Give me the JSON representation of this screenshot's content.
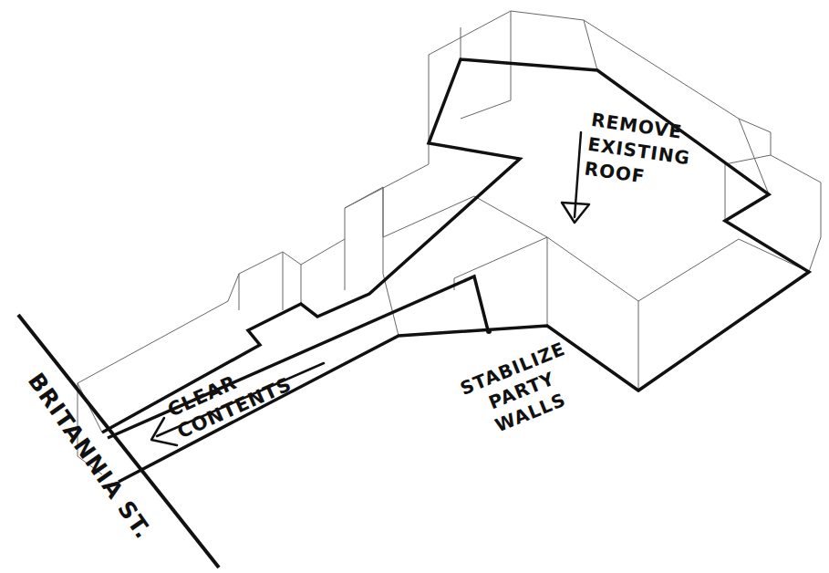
{
  "diagram": {
    "labels": [
      "REMOVE EXISTING ROOF",
      "CLEAR CONTENTS",
      "STABILIZE PARTY WALLS",
      "BRITANNIA ST."
    ]
  }
}
